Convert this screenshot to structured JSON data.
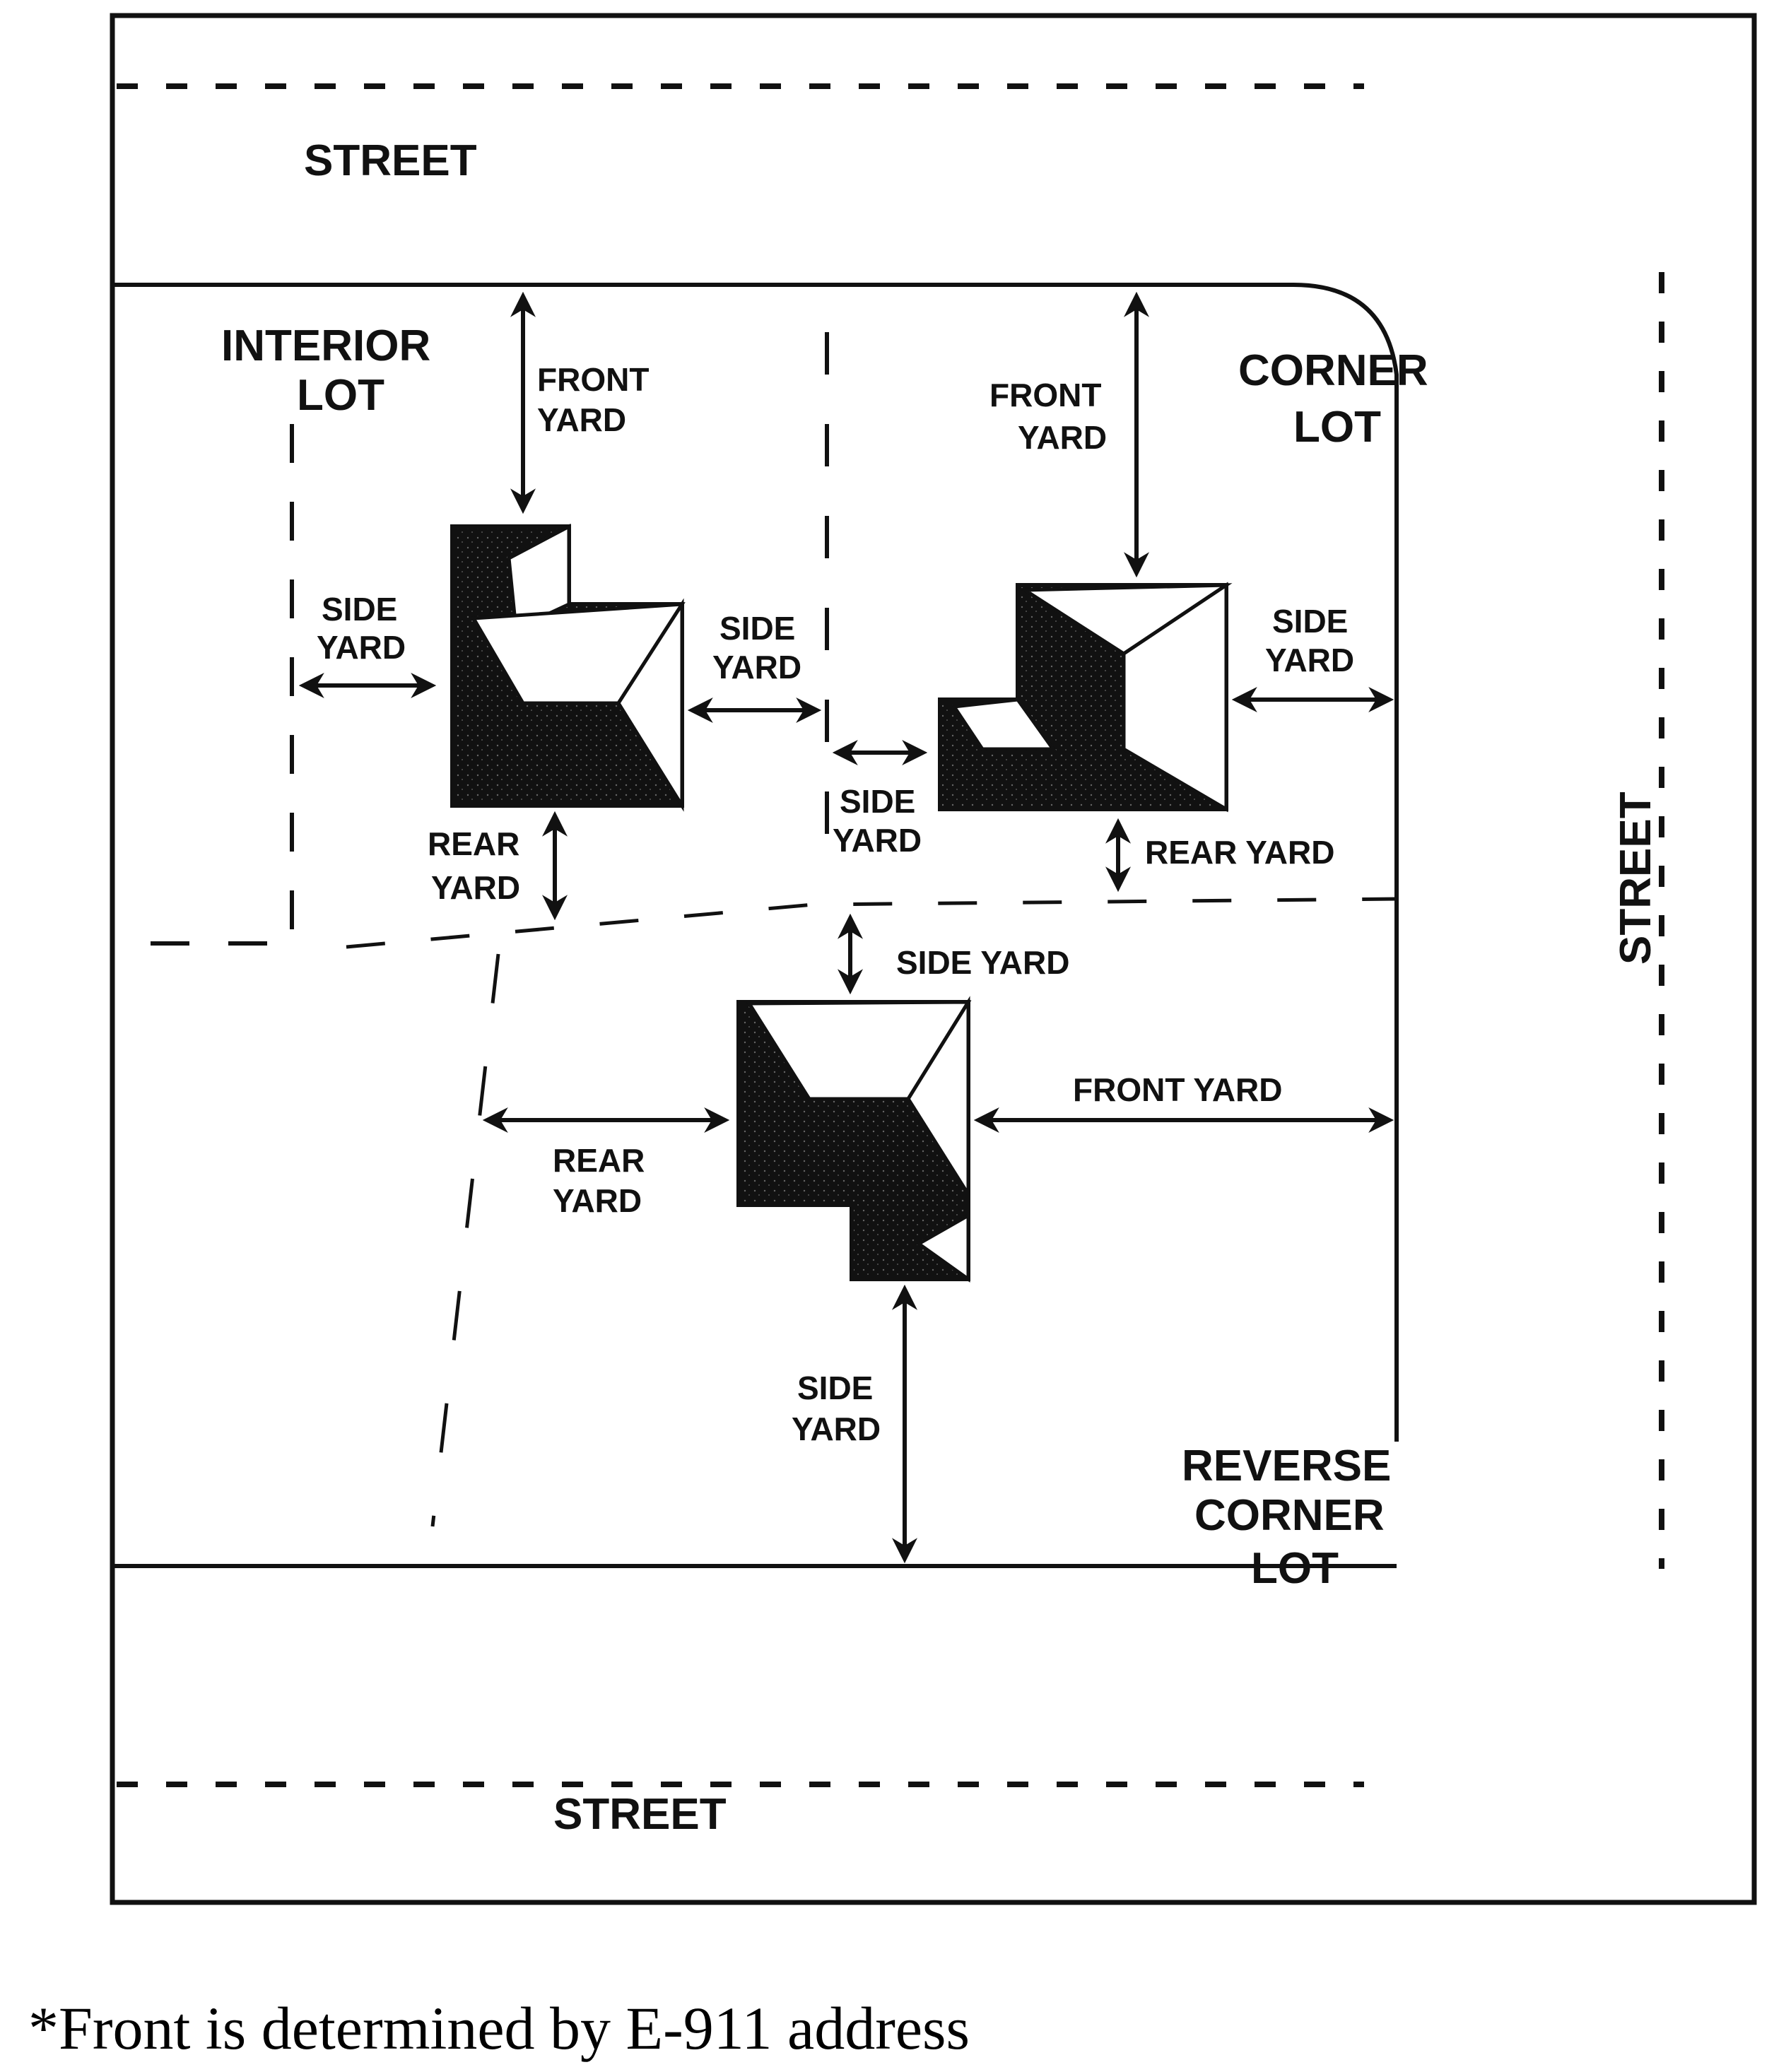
{
  "labels": {
    "street_top": "STREET",
    "street_bottom": "STREET",
    "street_right": "STREET",
    "interior_lot": [
      "INTERIOR",
      "LOT"
    ],
    "corner_lot": [
      "CORNER",
      "LOT"
    ],
    "reverse_corner_lot": [
      "REVERSE",
      "CORNER",
      "LOT"
    ],
    "interior": {
      "front_yard": [
        "FRONT",
        "YARD"
      ],
      "side_yard_left": [
        "SIDE",
        "YARD"
      ],
      "side_yard_right": [
        "SIDE",
        "YARD"
      ],
      "rear_yard": [
        "REAR",
        "YARD"
      ]
    },
    "corner": {
      "front_yard": [
        "FRONT",
        "YARD"
      ],
      "side_yard_right": [
        "SIDE",
        "YARD"
      ],
      "side_yard_left": [
        "SIDE",
        "YARD"
      ],
      "rear_yard": "REAR YARD"
    },
    "reverse": {
      "side_yard_top": "SIDE YARD",
      "front_yard": "FRONT YARD",
      "rear_yard": [
        "REAR",
        "YARD"
      ],
      "side_yard_bottom": [
        "SIDE",
        "YARD"
      ]
    }
  },
  "caption": "*Front is determined by E-911 address",
  "colors": {
    "ink": "#111111",
    "background": "#ffffff"
  }
}
